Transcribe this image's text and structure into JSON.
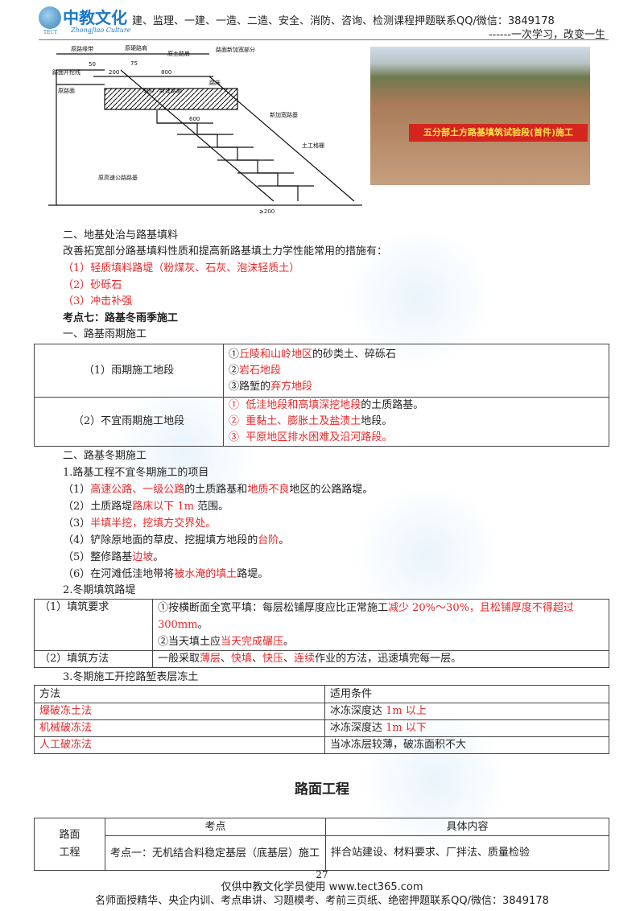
{
  "header": {
    "logo_text": "中教文化",
    "logo_sub": "ZhongJiao Culture",
    "logo_tag": "TECT",
    "slogan": "建、监理、一建、一造、二造、安全、消防、咨询、检测课程押题联系QQ/微信：3849178",
    "motto": "------一次学习，改变一生"
  },
  "diagram": {
    "labels": [
      "原路缘带",
      "原硬路肩",
      "原土路肩",
      "路面新加宽部分",
      "路面开挖线",
      "原路面",
      "新建路面",
      "路床",
      "新加宽路基",
      "土工格栅",
      "原高速公路路基",
      "50",
      "200",
      "75",
      "800",
      "900",
      "600",
      "≥200"
    ]
  },
  "photo": {
    "banner": "五分部土方路基填筑试验段(首件)施工"
  },
  "s1": {
    "heading": "二、地基处治与路基填料",
    "intro": "改善拓宽部分路基填料性质和提高新路基填土力学性能常用的措施有：",
    "items": [
      "（1）轻质填料路堤（粉煤灰、石灰、泡沫轻质土）",
      "（2）砂砾石",
      "（3）冲击补强"
    ]
  },
  "kp7": {
    "title": "考点七：路基冬雨季施工",
    "sub1": "一、路基雨期施工"
  },
  "rain_table": {
    "r1_label": "（1）雨期施工地段",
    "r1": [
      [
        "①",
        "丘陵和山岭地区",
        "的砂类土、碎砾石"
      ],
      [
        "②",
        "岩石地段",
        ""
      ],
      [
        "③路堑的",
        "弃方地段",
        ""
      ]
    ],
    "r2_label": "（2）不宜雨期施工地段",
    "r2": [
      [
        "①  ",
        "低洼地段和高填深挖地段",
        "的土质路基。"
      ],
      [
        "②  ",
        "重黏土、膨胀土及盐渍土",
        "地段。"
      ],
      [
        "③  ",
        "平原地区排水困难及沿河路段。",
        ""
      ]
    ]
  },
  "winter": {
    "heading": "二、路基冬期施工",
    "sub1": "1.路基工程不宜冬期施工的项目",
    "items": [
      [
        [
          "（1）",
          ""
        ],
        [
          "高速公路、一级公路",
          "r"
        ],
        [
          "的土质路基和",
          ""
        ],
        [
          "地质不良",
          "r"
        ],
        [
          "地区的公路路堤。",
          ""
        ]
      ],
      [
        [
          "（2）土质路堤",
          ""
        ],
        [
          "路床以下 1m",
          "r"
        ],
        [
          " 范围。",
          ""
        ]
      ],
      [
        [
          "（3）",
          ""
        ],
        [
          "半填半挖，挖填方交界处。",
          "r"
        ]
      ],
      [
        [
          "（4）铲除原地面的草皮、挖掘填方地段的",
          ""
        ],
        [
          "台阶",
          "r"
        ],
        [
          "。",
          ""
        ]
      ],
      [
        [
          "（5）整修路基",
          ""
        ],
        [
          "边坡",
          "r"
        ],
        [
          "。",
          ""
        ]
      ],
      [
        [
          "（6）在河滩低洼地带将",
          ""
        ],
        [
          "被水淹的填土",
          "r"
        ],
        [
          "路堤。",
          ""
        ]
      ]
    ],
    "sub2": "2.冬期填筑路堤",
    "sub3": "3.冬期施工开挖路堑表层冻土"
  },
  "fill_table": {
    "r1_label": "（1）填筑要求",
    "r1_a": "①按横断面全宽平填：每层松铺厚度应比正常施工",
    "r1_b": "减少 20%～30%，且松铺厚度不得超过",
    "r1_c": "300mm",
    "r1_d": "。",
    "r1_e": "②当天填土应",
    "r1_f": "当天完成碾压",
    "r1_g": "。",
    "r2_label": "（2）填筑方法",
    "r2": [
      [
        "一般采取",
        ""
      ],
      [
        "薄层",
        "r"
      ],
      [
        "、",
        ""
      ],
      [
        "快填",
        "r"
      ],
      [
        "、",
        ""
      ],
      [
        "快压",
        "r"
      ],
      [
        "、",
        ""
      ],
      [
        "连续",
        "r"
      ],
      [
        "作业的方法，迅速填完每一层。",
        ""
      ]
    ]
  },
  "frozen_table": {
    "headers": [
      "方法",
      "适用条件"
    ],
    "rows": [
      {
        "method": "爆破冻土法",
        "cond": [
          [
            "冰冻深度达 ",
            ""
          ],
          [
            "1m 以上",
            "r"
          ]
        ]
      },
      {
        "method": "机械破冻法",
        "cond": [
          [
            "冰冻深度达 ",
            ""
          ],
          [
            "1m 以下",
            "r"
          ]
        ]
      },
      {
        "method": "人工破冻法",
        "cond": [
          [
            "当冰冻层较薄，破冻面积不大",
            ""
          ]
        ]
      }
    ]
  },
  "pavement": {
    "title": "路面工程",
    "group": "路面工程",
    "headers": [
      "考点",
      "具体内容"
    ],
    "row": {
      "point": "考点一：无机结合料稳定基层（底基层）施工",
      "content": "拌合站建设、材料要求、厂拌法、质量检验"
    }
  },
  "footer": {
    "page": "27",
    "text_a": "仅供中教文化学员使用 www.tect365.com",
    "text_b": "名师面授精华、央企内训、考点串讲、习题模考、考前三页纸、绝密押题联系QQ/微信：3849178"
  },
  "colors": {
    "highlight": "#e8282a",
    "watermark": "#78bee8"
  }
}
